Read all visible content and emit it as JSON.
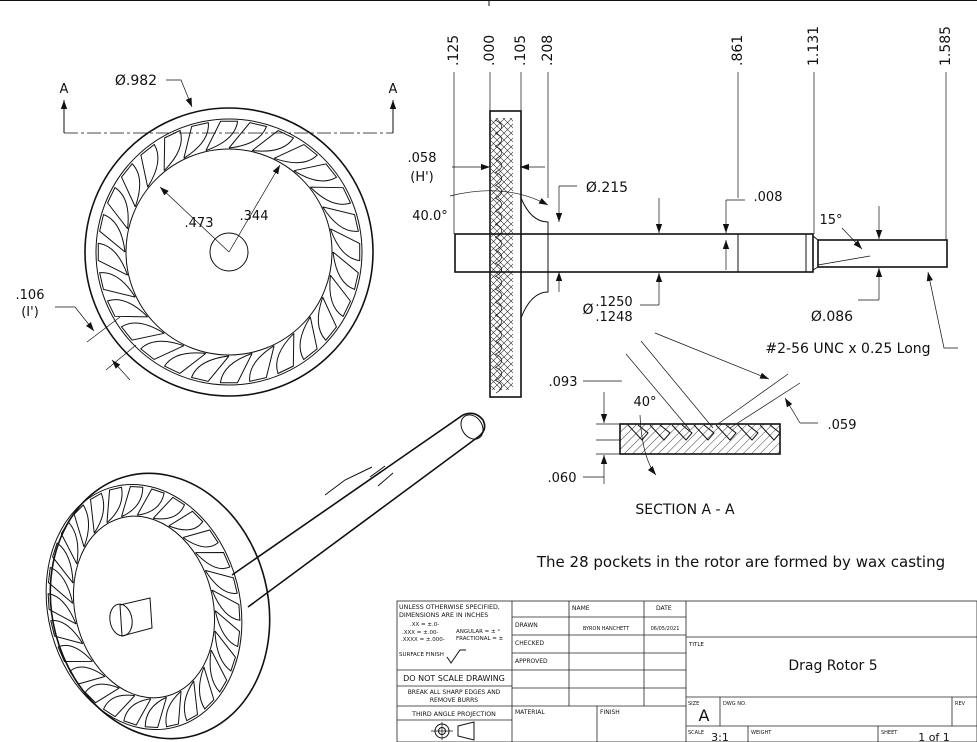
{
  "views": {
    "section_marker": "A",
    "outer_diameter": "Ø.982",
    "radius_outer": ".473",
    "radius_inner": ".344",
    "pocket_depth": ".106",
    "pocket_depth_sym": "(I')"
  },
  "shaft": {
    "dims_top": [
      ".125",
      ".000",
      ".105",
      ".208",
      ".861",
      "1.131",
      "1.585"
    ],
    "h_value": ".058",
    "h_label": "(H')",
    "angle": "40.0°",
    "hub_dia": "Ø.215",
    "step": ".008",
    "chamfer": "15°",
    "shaft_dia_upper": ".1250",
    "shaft_dia_lower": ".1248",
    "shaft_dia_prefix": "Ø",
    "tip_dia": "Ø.086",
    "thread": "#2-56 UNC x 0.25 Long"
  },
  "section": {
    "dim_a": ".093",
    "angle": "40°",
    "dim_b": ".059",
    "dim_c": ".060",
    "label": "SECTION A - A"
  },
  "note": "The 28 pockets in the rotor are formed by wax casting",
  "title_block": {
    "tolerance_header_1": "UNLESS OTHERWISE SPECIFIED,",
    "tolerance_header_2": "DIMENSIONS ARE IN INCHES",
    "tol_x": ".XX = ±.0-",
    "tol_xx": ".XXX = ±.00-",
    "tol_xxx": ".XXXX = ±.000-",
    "tol_angular": "ANGULAR = ± °",
    "tol_fractional": "FRACTIONAL = ±",
    "surface_finish": "SURFACE FINISH",
    "do_not_scale": "DO NOT SCALE DRAWING",
    "break_edges_1": "BREAK ALL SHARP EDGES AND",
    "break_edges_2": "REMOVE BURRS",
    "projection": "THIRD ANGLE PROJECTION",
    "col_name": "NAME",
    "col_date": "DATE",
    "row_drawn": "DRAWN",
    "row_checked": "CHECKED",
    "row_approved": "APPROVED",
    "drawn_name": "BYRON HANCHETT",
    "drawn_date": "06/05/2021",
    "material": "MATERIAL",
    "finish": "FINISH",
    "title_label": "TITLE",
    "title": "Drag Rotor 5",
    "size_label": "SIZE",
    "size": "A",
    "dwg_no_label": "DWG NO.",
    "rev_label": "REV",
    "scale_label": "SCALE",
    "scale": "3:1",
    "weight_label": "WEIGHT",
    "sheet_label": "SHEET",
    "sheet": "1 of 1"
  }
}
